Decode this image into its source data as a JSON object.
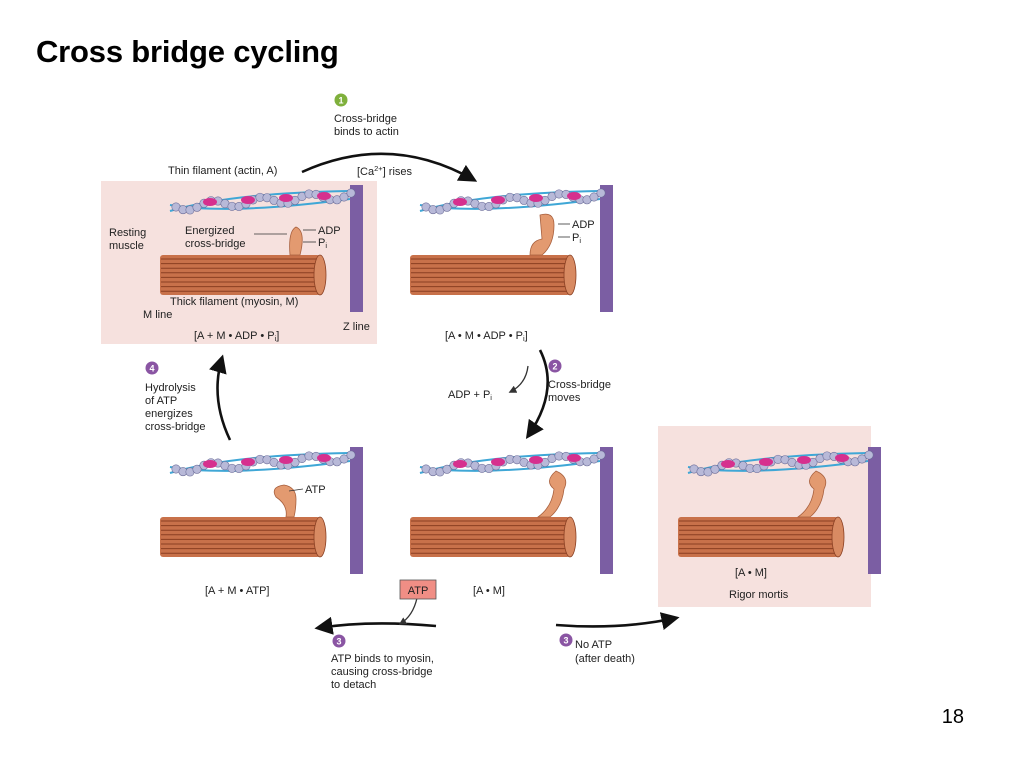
{
  "slide": {
    "title": "Cross bridge cycling",
    "page_number": "18"
  },
  "steps": [
    {
      "number": "1",
      "color": "#7fb03c",
      "lines": [
        "Cross-bridge",
        "binds to actin"
      ]
    },
    {
      "number": "2",
      "color": "#8a55a3",
      "lines": [
        "Cross-bridge",
        "moves"
      ]
    },
    {
      "number": "3",
      "color": "#8a55a3",
      "lines": [
        "ATP binds to myosin,",
        "causing cross-bridge",
        "to detach"
      ]
    },
    {
      "number": "4",
      "color": "#8a55a3",
      "lines": [
        "Hydrolysis",
        "of ATP",
        "energizes",
        "cross-bridge"
      ]
    },
    {
      "number": "3",
      "color": "#8a55a3",
      "lines": [
        "No ATP",
        "(after death)"
      ]
    }
  ],
  "labels": {
    "thin_filament": "Thin filament (actin, A)",
    "calcium_rises": "[Ca2+] rises",
    "resting_muscle": [
      "Resting",
      "muscle"
    ],
    "energized_cross_bridge": [
      "Energized",
      "cross-bridge"
    ],
    "thick_filament": "Thick filament (myosin, M)",
    "m_line": "M line",
    "z_line": "Z line",
    "adp": "ADP",
    "pi": "Pi",
    "atp": "ATP",
    "adp_pi_released": "ADP + Pi",
    "atp_box": "ATP",
    "rigor_mortis": "Rigor mortis"
  },
  "states": {
    "resting": "[A + M • ADP • Pi]",
    "bound": "[A • M • ADP • Pi]",
    "atp_bound": "[A + M • ATP]",
    "attached": "[A • M]",
    "rigor": "[A • M]"
  },
  "colors": {
    "panel_background": "#f6e1de",
    "z_line": "#7b5ea3",
    "thick_filament": "#c8714a",
    "myosin_head": "#e39a70",
    "actin_bead": "#b8b9d8",
    "tropomyosin": "#3fa7d6",
    "troponin": "#d6308e",
    "atp_box": "#f08e85"
  },
  "icons": [
    "curved-arrow-icon",
    "step-number-icon"
  ]
}
